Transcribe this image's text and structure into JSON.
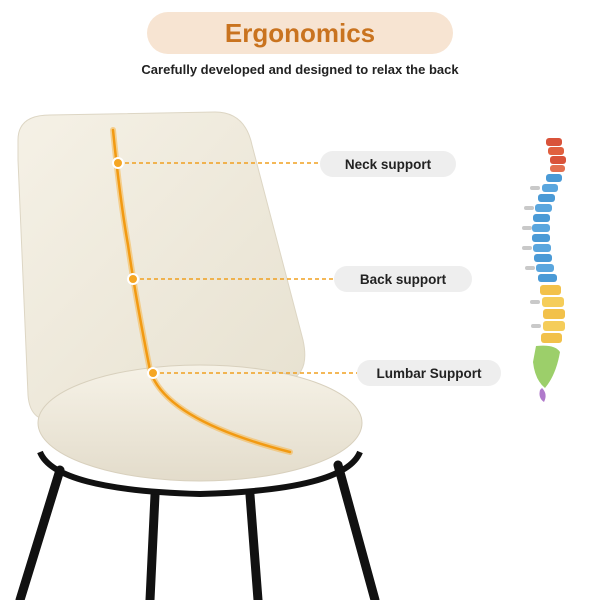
{
  "header": {
    "title": "Ergonomics",
    "subtitle": "Carefully developed and designed to relax the back"
  },
  "callouts": [
    {
      "label": "Neck support"
    },
    {
      "label": "Back support"
    },
    {
      "label": "Lumbar Support"
    }
  ],
  "colors": {
    "accent": "#f0a020",
    "title_text": "#c9731f",
    "title_pill": "#f7e4d2",
    "label_pill": "#eeeeee",
    "fabric": "#f3efe2",
    "frame": "#111111"
  },
  "icons": {
    "spine": "spine-illustration-icon"
  }
}
